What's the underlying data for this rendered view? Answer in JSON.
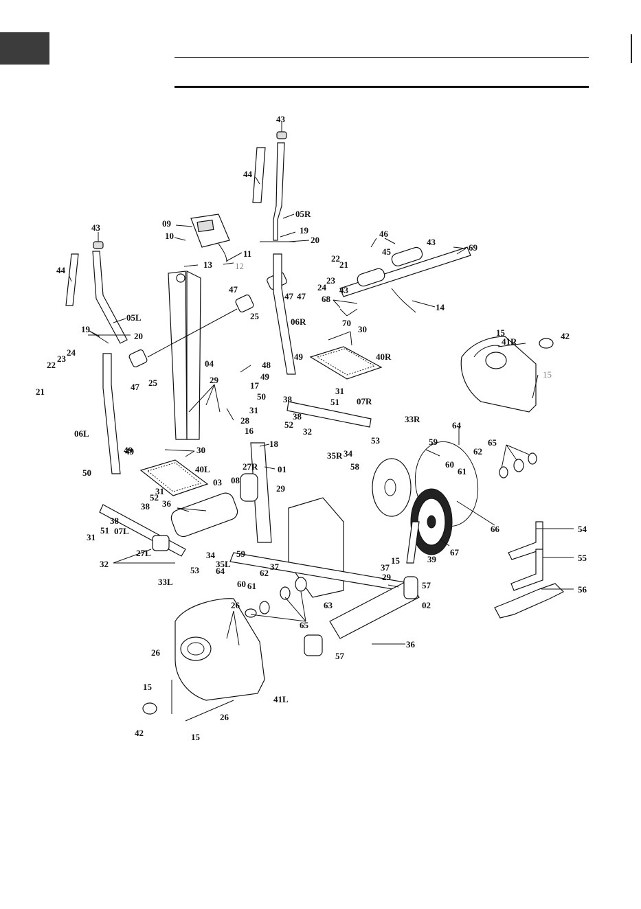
{
  "labels": [
    {
      "text": "43"
    },
    {
      "text": "44"
    },
    {
      "text": "05R"
    },
    {
      "text": "19"
    },
    {
      "text": "20"
    },
    {
      "text": "09"
    },
    {
      "text": "10"
    },
    {
      "text": "11"
    },
    {
      "text": "12"
    },
    {
      "text": "13"
    },
    {
      "text": "43"
    },
    {
      "text": "44"
    },
    {
      "text": "05L"
    },
    {
      "text": "19"
    },
    {
      "text": "20"
    },
    {
      "text": "46"
    },
    {
      "text": "45"
    },
    {
      "text": "43"
    },
    {
      "text": "69"
    },
    {
      "text": "22"
    },
    {
      "text": "21"
    },
    {
      "text": "23"
    },
    {
      "text": "24"
    },
    {
      "text": "47"
    },
    {
      "text": "43"
    },
    {
      "text": "68"
    },
    {
      "text": "70"
    },
    {
      "text": "14"
    },
    {
      "text": "47"
    },
    {
      "text": "25"
    },
    {
      "text": "06R"
    },
    {
      "text": "30"
    },
    {
      "text": "40R"
    },
    {
      "text": "15"
    },
    {
      "text": "41R"
    },
    {
      "text": "42"
    },
    {
      "text": "15"
    },
    {
      "text": "04"
    },
    {
      "text": "48"
    },
    {
      "text": "17"
    },
    {
      "text": "49"
    },
    {
      "text": "49"
    },
    {
      "text": "50"
    },
    {
      "text": "38"
    },
    {
      "text": "31"
    },
    {
      "text": "51"
    },
    {
      "text": "07R"
    },
    {
      "text": "31"
    },
    {
      "text": "38"
    },
    {
      "text": "52"
    },
    {
      "text": "33R"
    },
    {
      "text": "32"
    },
    {
      "text": "53"
    },
    {
      "text": "35R"
    },
    {
      "text": "34"
    },
    {
      "text": "47"
    },
    {
      "text": "24"
    },
    {
      "text": "23"
    },
    {
      "text": "22"
    },
    {
      "text": "21"
    },
    {
      "text": "25"
    },
    {
      "text": "47"
    },
    {
      "text": "29"
    },
    {
      "text": "28"
    },
    {
      "text": "16"
    },
    {
      "text": "18"
    },
    {
      "text": "30"
    },
    {
      "text": "06L"
    },
    {
      "text": "49"
    },
    {
      "text": "40L"
    },
    {
      "text": "27R"
    },
    {
      "text": "01"
    },
    {
      "text": "08"
    },
    {
      "text": "03"
    },
    {
      "text": "29"
    },
    {
      "text": "64"
    },
    {
      "text": "59"
    },
    {
      "text": "62"
    },
    {
      "text": "60"
    },
    {
      "text": "61"
    },
    {
      "text": "65"
    },
    {
      "text": "58"
    },
    {
      "text": "49"
    },
    {
      "text": "50"
    },
    {
      "text": "31"
    },
    {
      "text": "52"
    },
    {
      "text": "38"
    },
    {
      "text": "36"
    },
    {
      "text": "31"
    },
    {
      "text": "51"
    },
    {
      "text": "07L"
    },
    {
      "text": "38"
    },
    {
      "text": "54"
    },
    {
      "text": "55"
    },
    {
      "text": "66"
    },
    {
      "text": "67"
    },
    {
      "text": "39"
    },
    {
      "text": "15"
    },
    {
      "text": "27L"
    },
    {
      "text": "32"
    },
    {
      "text": "53"
    },
    {
      "text": "34"
    },
    {
      "text": "35L"
    },
    {
      "text": "59"
    },
    {
      "text": "37"
    },
    {
      "text": "33L"
    },
    {
      "text": "64"
    },
    {
      "text": "60"
    },
    {
      "text": "61"
    },
    {
      "text": "62"
    },
    {
      "text": "37"
    },
    {
      "text": "29"
    },
    {
      "text": "57"
    },
    {
      "text": "63"
    },
    {
      "text": "02"
    },
    {
      "text": "56"
    },
    {
      "text": "26"
    },
    {
      "text": "65"
    },
    {
      "text": "36"
    },
    {
      "text": "26"
    },
    {
      "text": "57"
    },
    {
      "text": "15"
    },
    {
      "text": "41L"
    },
    {
      "text": "26"
    },
    {
      "text": "42"
    },
    {
      "text": "15"
    }
  ]
}
